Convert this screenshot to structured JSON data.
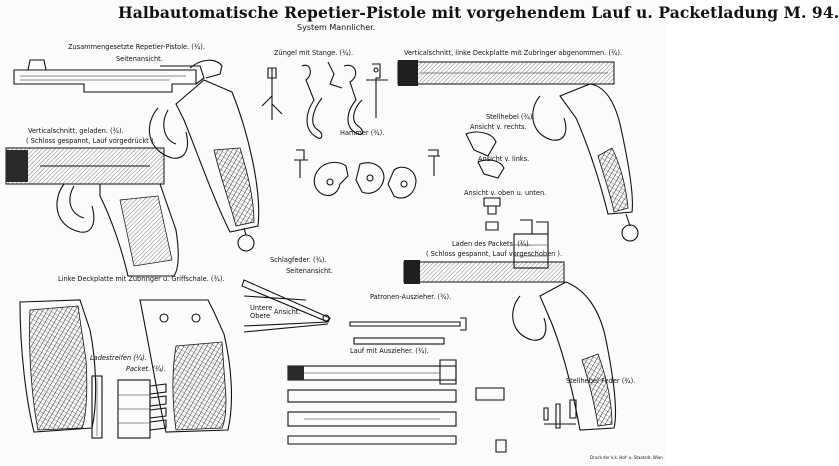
{
  "title": "Halbautomatische Repetier-Pistole mit vorgehendem Lauf u. Packetladung M. 94.",
  "subtitle": "System Mannlicher.",
  "captions": {
    "assembled": "Zusammengesetzte Repetier-Pistole. (¾).",
    "assembled_view": "Seitenansicht.",
    "section_loaded": "Verticalschnitt, geladen. (¾).",
    "section_loaded_note": "( Schloss gespannt, Lauf vorgedrückt ).",
    "trigger": "Züngel mit Stange. (¾).",
    "hammer": "Hammer (¾).",
    "section_cover": "Verticalschnitt, linke Deckplatte mit Zubringer abgenommen. (¾).",
    "stop_lever": "Stellhebel (¾).",
    "view_right": "Ansicht v. rechts.",
    "view_left": "Ansicht v. links.",
    "view_top_bottom": "Ansicht v. oben u. unten.",
    "left_plate": "Linke Deckplatte mit Zubringer u. Griffschale. (¾).",
    "strip": "Ladestreifen (¾).",
    "packet": "Packet. (¾).",
    "mainspring": "Schlagfeder. (¾).",
    "mainspring_view": "Seitenansicht.",
    "lower": "Untere",
    "upper": "Obere",
    "view": "Ansicht.",
    "loading": "Laden des Packets. (¾).",
    "loading_note": "( Schloss gespannt, Lauf vorgeschoben ).",
    "extractor": "Patronen-Auszieher. (¾).",
    "barrel": "Lauf mit Auszieher. (¾).",
    "stop_spring": "Stellhebel-Feder (¾).",
    "printer": "Druck der k.k. Hof- u. Staatsdr. Wien"
  }
}
